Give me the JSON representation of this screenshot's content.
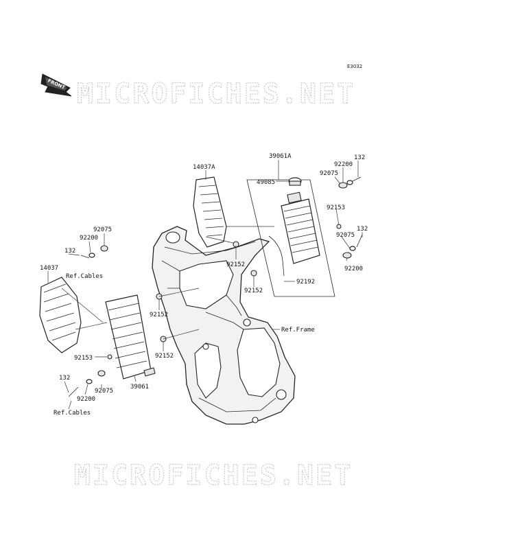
{
  "diagram_code": "E3032",
  "front_arrow_label": "FRONT",
  "watermark_text": "MICROFICHES.NET",
  "labels": {
    "p14037A": "14037A",
    "p39061A": "39061A",
    "p49085": "49085",
    "p92200_tr": "92200",
    "p132_tr": "132",
    "p92075_tr": "92075",
    "p92153_r": "92153",
    "p132_r": "132",
    "p92075_r": "92075",
    "p92200_r": "92200",
    "p92152_a": "92152",
    "p92152_b": "92152",
    "p92192": "92192",
    "p92075_l": "92075",
    "p92200_l": "92200",
    "p132_l": "132",
    "refcables_top": "Ref.Cables",
    "p14037": "14037",
    "p92152_c": "92152",
    "ref_frame": "Ref.Frame",
    "p92152_d": "92152",
    "p92153_l": "92153",
    "p132_bl": "132",
    "p92200_bl": "92200",
    "p92075_bl": "92075",
    "p39061": "39061",
    "refcables_bottom": "Ref.Cables"
  },
  "colors": {
    "line": "#222222",
    "watermark_outline": "#c9c9c9",
    "background": "#ffffff"
  }
}
